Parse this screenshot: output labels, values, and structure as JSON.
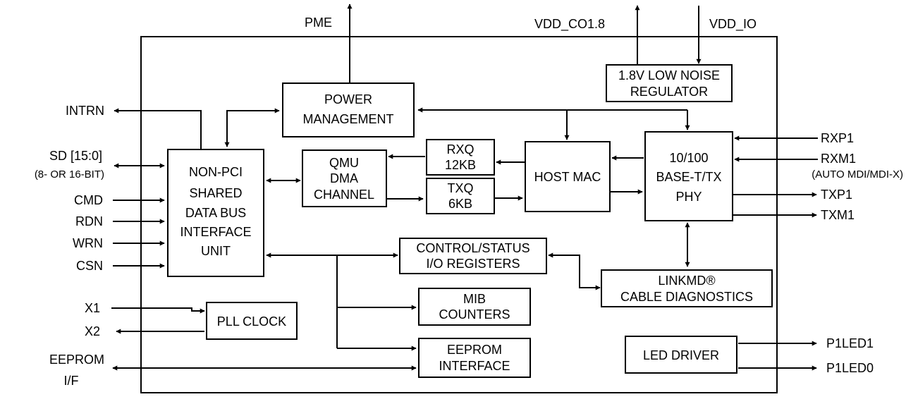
{
  "signals": {
    "pme": "PME",
    "vdd_co": "VDD_CO1.8",
    "vdd_io": "VDD_IO",
    "intrn": "INTRN",
    "sd": "SD [15:0]",
    "sd_width": "(8- OR 16-BIT)",
    "cmd": "CMD",
    "rdn": "RDN",
    "wrn": "WRN",
    "csn": "CSN",
    "x1": "X1",
    "x2": "X2",
    "eeprom_1": "EEPROM",
    "eeprom_2": "I/F",
    "rxp1": "RXP1",
    "rxm1": "RXM1",
    "auto_mdix": "(AUTO MDI/MDI-X)",
    "txp1": "TXP1",
    "txm1": "TXM1",
    "p1led1": "P1LED1",
    "p1led0": "P1LED0"
  },
  "blocks": {
    "regulator": [
      "1.8V LOW NOISE",
      "REGULATOR"
    ],
    "power_mgmt": [
      "POWER",
      "MANAGEMENT"
    ],
    "bus_interface": [
      "NON-PCI",
      "SHARED",
      "DATA BUS",
      "INTERFACE",
      "UNIT"
    ],
    "qmu": [
      "QMU",
      "DMA",
      "CHANNEL"
    ],
    "rxq": [
      "RXQ",
      "12KB"
    ],
    "txq": [
      "TXQ",
      "6KB"
    ],
    "host_mac": [
      "HOST MAC"
    ],
    "phy": [
      "10/100",
      "BASE-T/TX",
      "PHY"
    ],
    "control_status": [
      "CONTROL/STATUS",
      "I/O REGISTERS"
    ],
    "linkmd": [
      "LINKMD®",
      "CABLE DIAGNOSTICS"
    ],
    "mib": [
      "MIB",
      "COUNTERS"
    ],
    "pll": [
      "PLL CLOCK"
    ],
    "eeprom_if": [
      "EEPROM",
      "INTERFACE"
    ],
    "led_driver": [
      "LED DRIVER"
    ]
  }
}
